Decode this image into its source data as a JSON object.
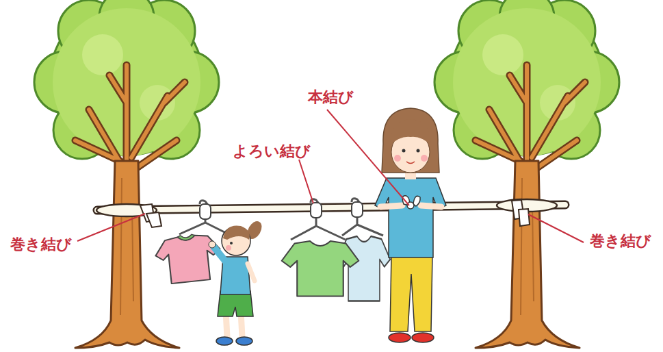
{
  "diagram": {
    "labels": [
      "本結び",
      "よろい結び",
      "巻き結び",
      "巻き結び"
    ]
  }
}
